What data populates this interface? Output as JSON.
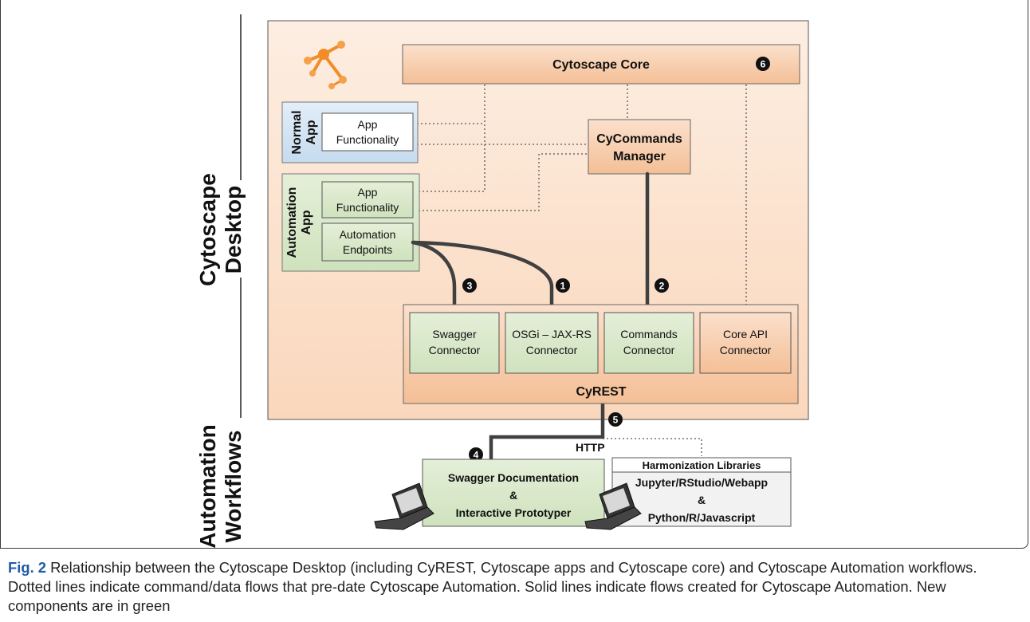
{
  "diagram": {
    "side_labels": {
      "desktop": [
        "Cytoscape",
        "Desktop"
      ],
      "workflows": [
        "Automation",
        "Workflows"
      ]
    },
    "core": {
      "label": "Cytoscape Core",
      "badge": "6"
    },
    "normal_app": {
      "title": [
        "Normal",
        "App"
      ],
      "functionality": [
        "App",
        "Functionality"
      ]
    },
    "automation_app": {
      "title": [
        "Automation",
        "App"
      ],
      "functionality": [
        "App",
        "Functionality"
      ],
      "endpoints": [
        "Automation",
        "Endpoints"
      ]
    },
    "commands_manager": [
      "CyCommands",
      "Manager"
    ],
    "cyrest": {
      "label": "CyREST",
      "connectors": {
        "swagger": [
          "Swagger",
          "Connector"
        ],
        "osgi": [
          "OSGi – JAX-RS",
          "Connector"
        ],
        "commands": [
          "Commands",
          "Connector"
        ],
        "core_api": [
          "Core API",
          "Connector"
        ]
      }
    },
    "badges": {
      "one": "1",
      "two": "2",
      "three": "3",
      "four": "4",
      "five": "5",
      "six": "6"
    },
    "http_label": "HTTP",
    "swagger_docs": [
      "Swagger Documentation",
      "&",
      "Interactive Prototyper"
    ],
    "harmonization": {
      "header": "Harmonization Libraries",
      "lines": [
        "Jupyter/RStudio/Webapp",
        "&",
        "Python/R/Javascript"
      ]
    },
    "colors": {
      "desktop_bg": "#fbe5d6",
      "orange_box": "#f8cbad",
      "green_box": "#d5e8d4",
      "blue_box": "#dae8fc",
      "line": "#404040"
    }
  },
  "caption": {
    "figure_label": "Fig. 2",
    "text": " Relationship between the Cytoscape Desktop (including CyREST, Cytoscape apps and Cytoscape core) and Cytoscape Automation workflows. Dotted lines indicate command/data flows that pre-date Cytoscape Automation. Solid lines indicate flows created for Cytoscape Automation. New components are in green"
  }
}
